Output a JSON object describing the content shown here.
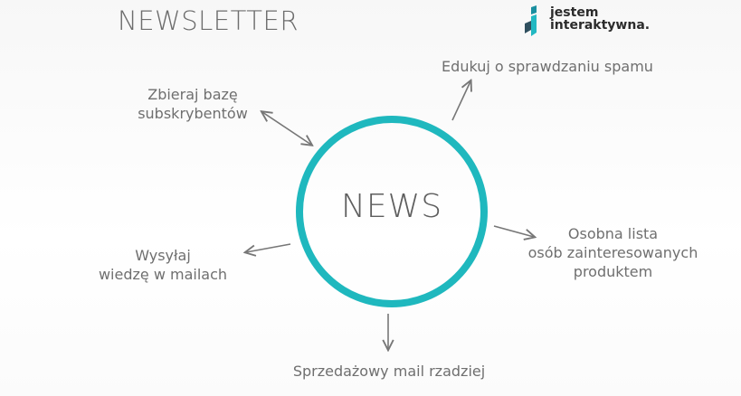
{
  "slide": {
    "title": "NEWSLETTER",
    "center_label": "NEWS",
    "accent_color": "#1fb8be",
    "arrow_color": "#777777"
  },
  "logo": {
    "line1": "jestem",
    "line2": "interaktywna."
  },
  "nodes": {
    "top_left": [
      "Zbieraj bazę",
      "subskrybentów"
    ],
    "top_right": [
      "Edukuj o sprawdzaniu spamu"
    ],
    "right": [
      "Osobna lista",
      "osób zainteresowanych",
      "produktem"
    ],
    "left": [
      "Wysyłaj",
      "wiedzę w mailach"
    ],
    "bottom": [
      "Sprzedażowy mail rzadziej"
    ]
  }
}
